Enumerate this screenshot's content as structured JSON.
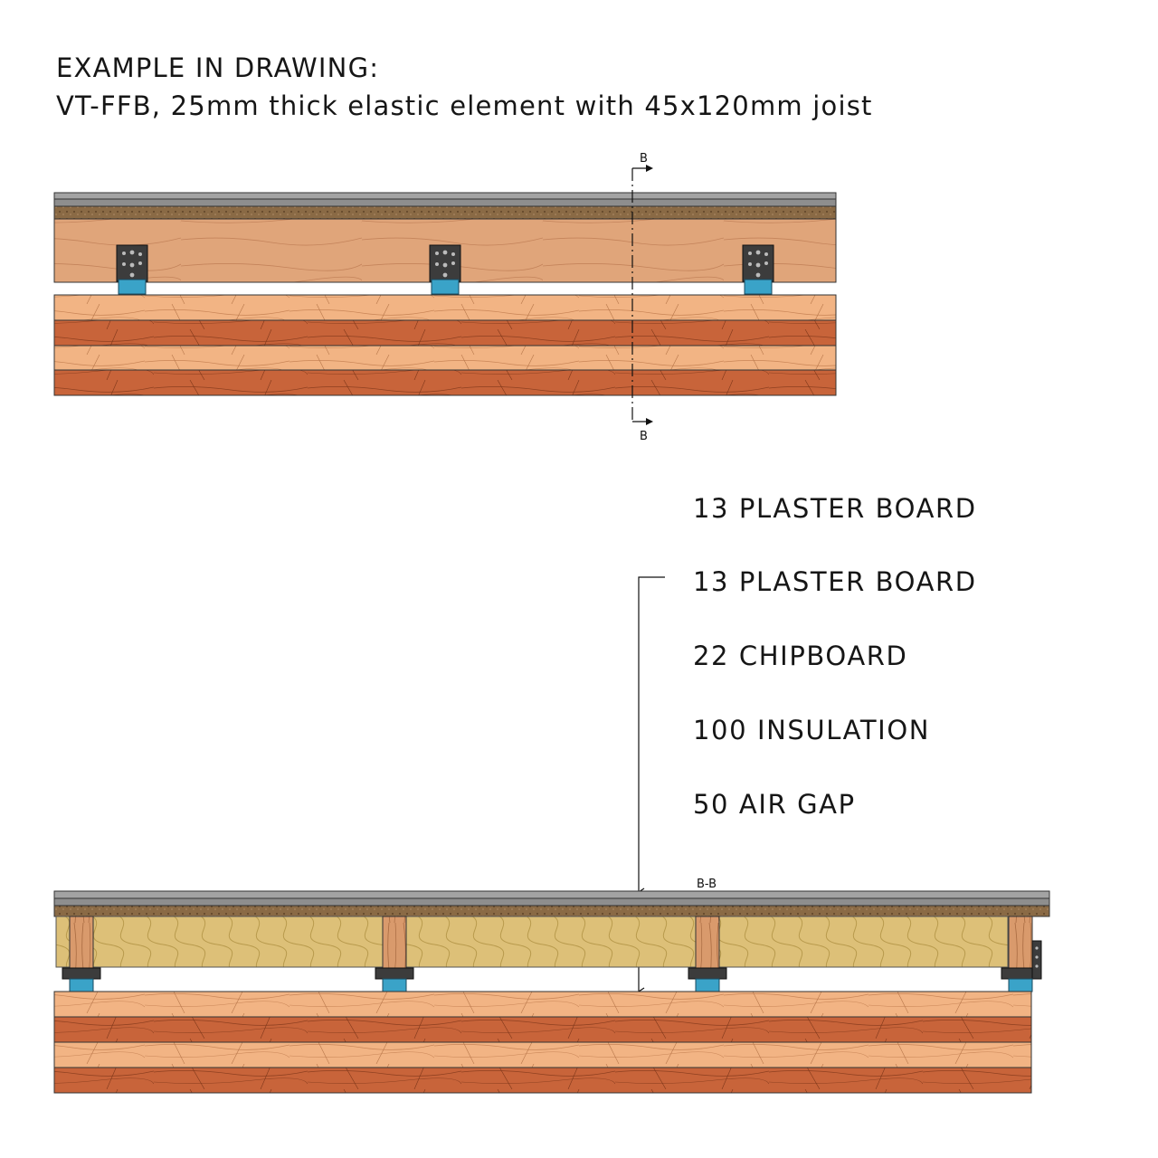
{
  "heading": {
    "line1": "EXAMPLE IN DRAWING:",
    "line2": "VT-FFB, 25mm thick elastic element with 45x120mm joist"
  },
  "section_markers": {
    "top": "B",
    "bottom": "B",
    "section_title": "B-B"
  },
  "layers": [
    {
      "label": "13 PLASTER BOARD"
    },
    {
      "label": "13 PLASTER BOARD"
    },
    {
      "label": "22 CHIPBOARD"
    },
    {
      "label": "100 INSULATION"
    },
    {
      "label": "50 AIR GAP"
    }
  ],
  "colors": {
    "plaster": "#9a9a9a",
    "chipboard": "#8a6a45",
    "joist_long": "#e0a57a",
    "clt_light": "#f2b484",
    "clt_dark": "#c8643a",
    "insulation": "#ddc078",
    "elastic": "#3aa3c8",
    "bracket": "#3c3c3c"
  }
}
